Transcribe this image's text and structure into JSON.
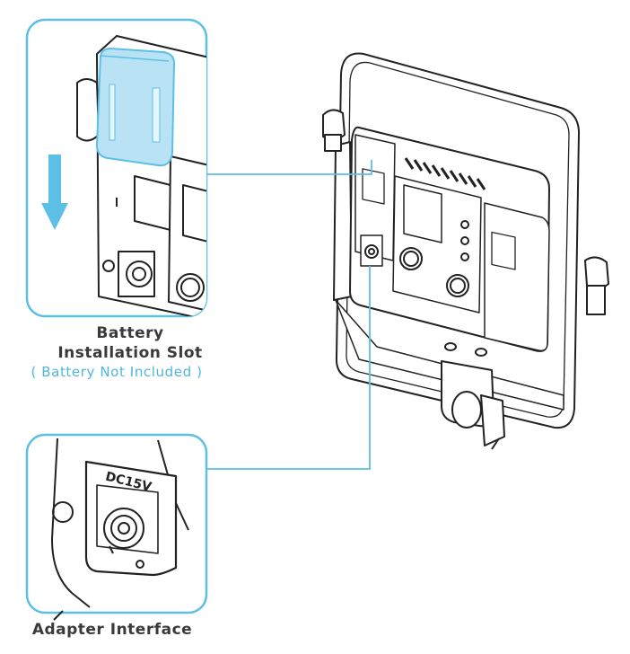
{
  "labels": {
    "battery_line1": "Battery",
    "battery_line2": "Installation Slot",
    "battery_note": "( Battery Not Included )",
    "adapter": "Adapter Interface",
    "dc_port": "DC15V"
  },
  "colors": {
    "accent": "#5bbfe6",
    "line": "#222222",
    "battery_fill": "#b9e3f5",
    "arrow": "#5bbfe6"
  },
  "icons": [
    "down-arrow-icon",
    "battery-icon",
    "dc-port-icon"
  ]
}
